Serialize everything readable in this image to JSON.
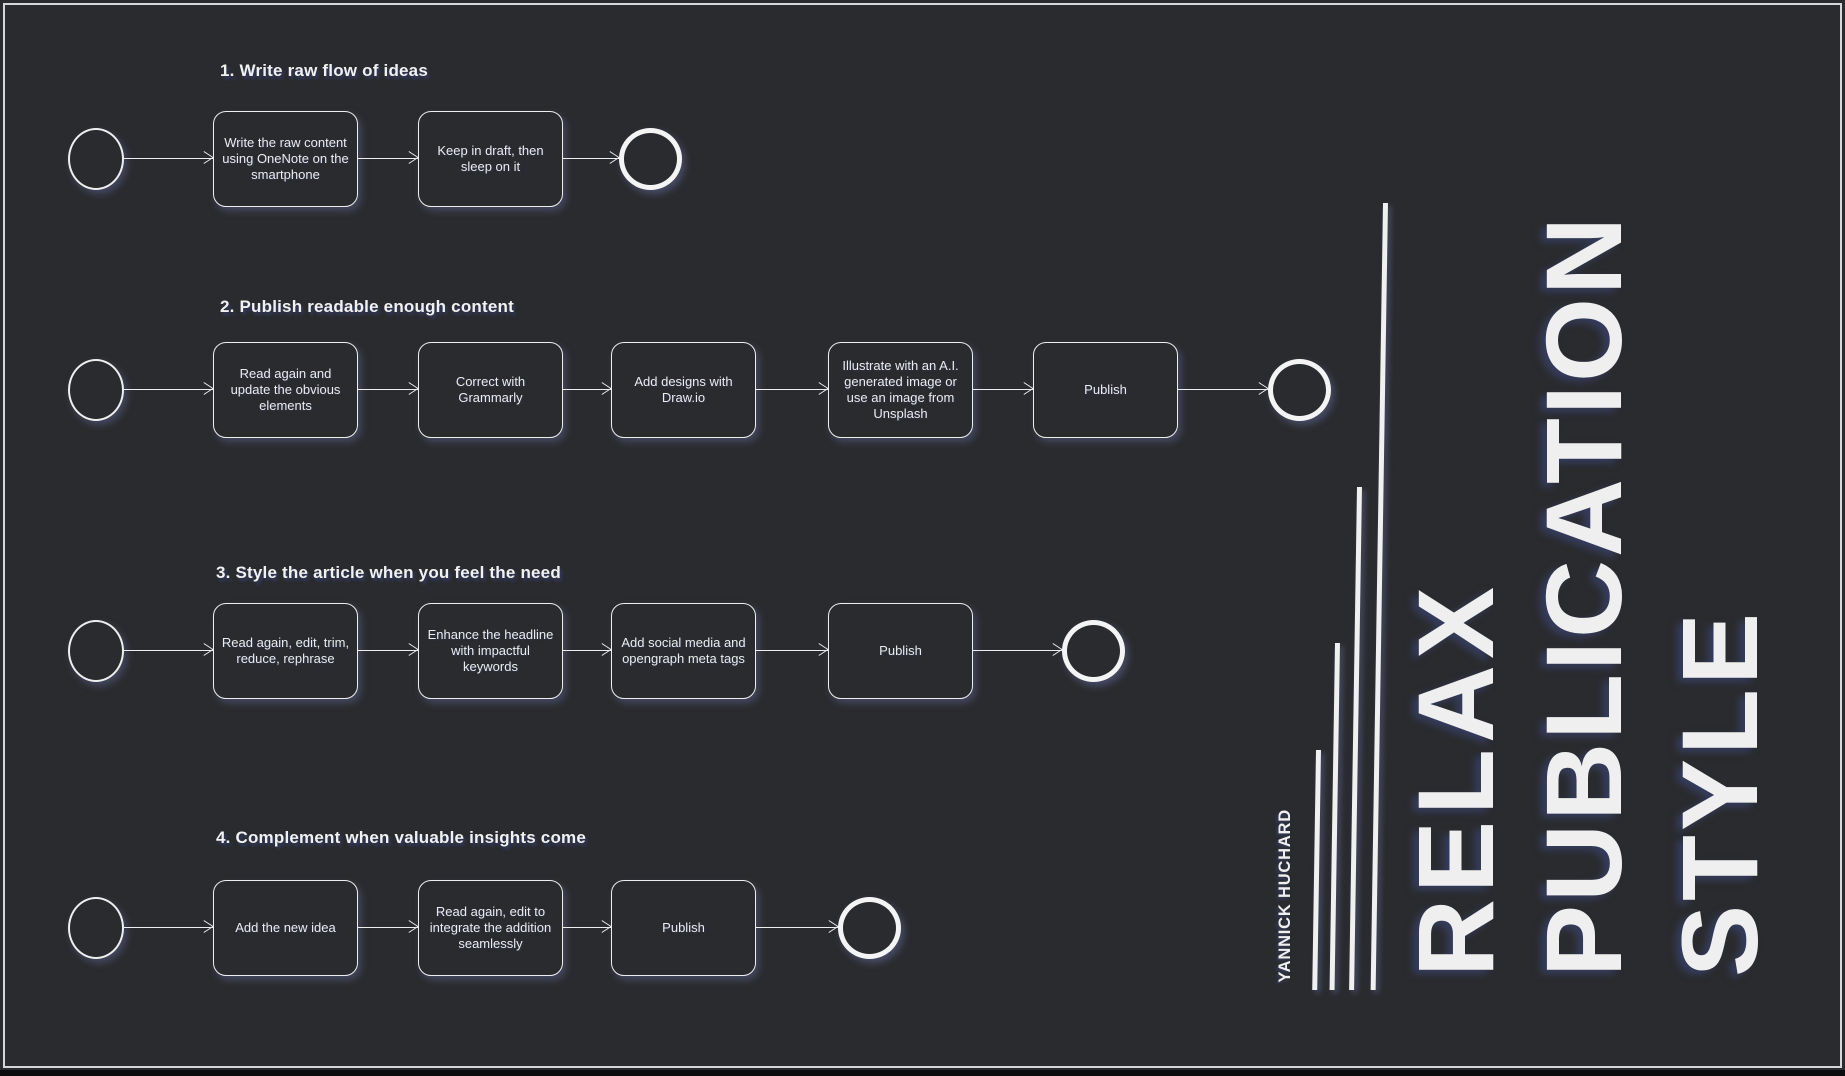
{
  "poster": {
    "title_words": [
      "RELAX",
      "PUBLICATION",
      "STYLE"
    ],
    "author": "YANNICK HUCHARD",
    "colors": {
      "background": "#2a2b2e",
      "stroke": "#eeeeee",
      "text": "#ececec",
      "glow": "#7d87c3",
      "frame_border": "#d6d6d8"
    }
  },
  "sections": [
    {
      "heading": "1. Write raw flow of ideas",
      "steps": [
        "Write the raw content\nusing OneNote on the\nsmartphone",
        "Keep in draft, then\nsleep on it"
      ]
    },
    {
      "heading": "2. Publish readable enough content",
      "steps": [
        "Read again and\nupdate the obvious\nelements",
        "Correct with\nGrammarly",
        "Add designs with\nDraw.io",
        "Illustrate with an A.I.\ngenerated image or\nuse an image from\nUnsplash",
        "Publish"
      ]
    },
    {
      "heading": "3. Style the article when you feel the need",
      "steps": [
        "Read again, edit, trim,\nreduce, rephrase",
        "Enhance the headline\nwith impactful\nkeywords",
        "Add social media and\nopengraph meta tags",
        "Publish"
      ]
    },
    {
      "heading": "4. Complement when valuable insights come",
      "steps": [
        "Add the new idea",
        "Read again, edit to\nintegrate the addition\nseamlessly",
        "Publish"
      ]
    }
  ]
}
